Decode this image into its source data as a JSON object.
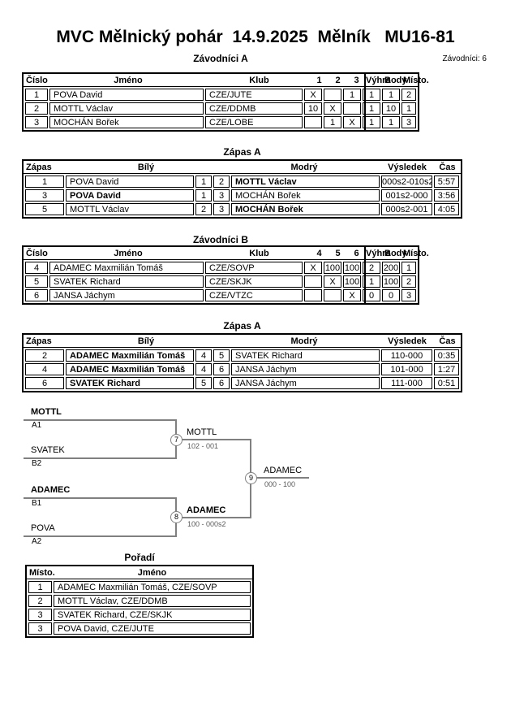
{
  "header": {
    "title": "MVC Mělnický pohár  14.9.2025  Mělník   MU16-81",
    "competitors_count": "Závodníci: 6"
  },
  "colors": {
    "text": "#000000",
    "bracket_line": "#808080",
    "score_text": "#595959"
  },
  "group_a": {
    "title": "Závodníci A",
    "headers": {
      "cislo": "Číslo",
      "jmeno": "Jméno",
      "klub": "Klub",
      "c1": "1",
      "c2": "2",
      "c3": "3",
      "vyhra": "Výhra",
      "body": "Body",
      "misto": "Místo."
    },
    "rows": [
      {
        "cislo": "1",
        "jmeno": "POVA David",
        "klub": "CZE/JUTE",
        "r1": "X",
        "r2": "",
        "r3": "1",
        "vyhra": "1",
        "body": "1",
        "misto": "2"
      },
      {
        "cislo": "2",
        "jmeno": "MOTTL Václav",
        "klub": "CZE/DDMB",
        "r1": "10",
        "r2": "X",
        "r3": "",
        "vyhra": "1",
        "body": "10",
        "misto": "1"
      },
      {
        "cislo": "3",
        "jmeno": "MOCHÁN Bořek",
        "klub": "CZE/LOBE",
        "r1": "",
        "r2": "1",
        "r3": "X",
        "vyhra": "1",
        "body": "1",
        "misto": "3"
      }
    ]
  },
  "matches_a": {
    "title": "Zápas A",
    "headers": {
      "zapas": "Zápas",
      "bily": "Bílý",
      "modry": "Modrý",
      "vysledek": "Výsledek",
      "cas": "Čas"
    },
    "rows": [
      {
        "zapas": "1",
        "bily": "POVA David",
        "c1": "1",
        "c2": "2",
        "modry": "MOTTL Václav",
        "vysledek": "000s2-010s2",
        "cas": "5:57"
      },
      {
        "zapas": "3",
        "bily": "POVA David",
        "c1": "1",
        "c2": "3",
        "modry": "MOCHÁN Bořek",
        "vysledek": "001s2-000",
        "cas": "3:56"
      },
      {
        "zapas": "5",
        "bily": "MOTTL Václav",
        "c1": "2",
        "c2": "3",
        "modry": "MOCHÁN Bořek",
        "vysledek": "000s2-001",
        "cas": "4:05"
      }
    ]
  },
  "group_b": {
    "title": "Závodníci B",
    "headers": {
      "cislo": "Číslo",
      "jmeno": "Jméno",
      "klub": "Klub",
      "c1": "4",
      "c2": "5",
      "c3": "6",
      "vyhra": "Výhra",
      "body": "Body",
      "misto": "Místo."
    },
    "rows": [
      {
        "cislo": "4",
        "jmeno": "ADAMEC Maxmilián Tomáš",
        "klub": "CZE/SOVP",
        "r1": "X",
        "r2": "100",
        "r3": "100",
        "vyhra": "2",
        "body": "200",
        "misto": "1"
      },
      {
        "cislo": "5",
        "jmeno": "SVATEK Richard",
        "klub": "CZE/SKJK",
        "r1": "",
        "r2": "X",
        "r3": "100",
        "vyhra": "1",
        "body": "100",
        "misto": "2"
      },
      {
        "cislo": "6",
        "jmeno": "JANSA Jáchym",
        "klub": "CZE/VTZC",
        "r1": "",
        "r2": "",
        "r3": "X",
        "vyhra": "0",
        "body": "0",
        "misto": "3"
      }
    ]
  },
  "matches_b": {
    "title": "Zápas A",
    "headers": {
      "zapas": "Zápas",
      "bily": "Bílý",
      "modry": "Modrý",
      "vysledek": "Výsledek",
      "cas": "Čas"
    },
    "rows": [
      {
        "zapas": "2",
        "bily": "ADAMEC Maxmilián Tomáš",
        "c1": "4",
        "c2": "5",
        "modry": "SVATEK Richard",
        "vysledek": "110-000",
        "cas": "0:35"
      },
      {
        "zapas": "4",
        "bily": "ADAMEC Maxmilián Tomáš",
        "c1": "4",
        "c2": "6",
        "modry": "JANSA Jáchym",
        "vysledek": "101-000",
        "cas": "1:27"
      },
      {
        "zapas": "6",
        "bily": "SVATEK Richard",
        "c1": "5",
        "c2": "6",
        "modry": "JANSA Jáchym",
        "vysledek": "111-000",
        "cas": "0:51"
      }
    ]
  },
  "bracket": {
    "semifinal_1": {
      "top_name": "MOTTL",
      "top_seed": "A1",
      "bottom_name": "SVATEK",
      "bottom_seed": "B2",
      "match_number": "7",
      "winner_name": "MOTTL",
      "score": "102 - 001"
    },
    "semifinal_2": {
      "top_name": "ADAMEC",
      "top_seed": "B1",
      "bottom_name": "POVA",
      "bottom_seed": "A2",
      "match_number": "8",
      "winner_name": "ADAMEC",
      "score": "100 - 000s2"
    },
    "final": {
      "match_number": "9",
      "winner_name": "ADAMEC",
      "score": "000 - 100"
    }
  },
  "standings": {
    "title": "Pořadí",
    "headers": {
      "misto": "Místo.",
      "jmeno": "Jméno"
    },
    "rows": [
      {
        "misto": "1",
        "jmeno": "ADAMEC Maxmilián Tomáš, CZE/SOVP"
      },
      {
        "misto": "2",
        "jmeno": "MOTTL Václav, CZE/DDMB"
      },
      {
        "misto": "3",
        "jmeno": "SVATEK Richard, CZE/SKJK"
      },
      {
        "misto": "3",
        "jmeno": "POVA David, CZE/JUTE"
      }
    ]
  }
}
